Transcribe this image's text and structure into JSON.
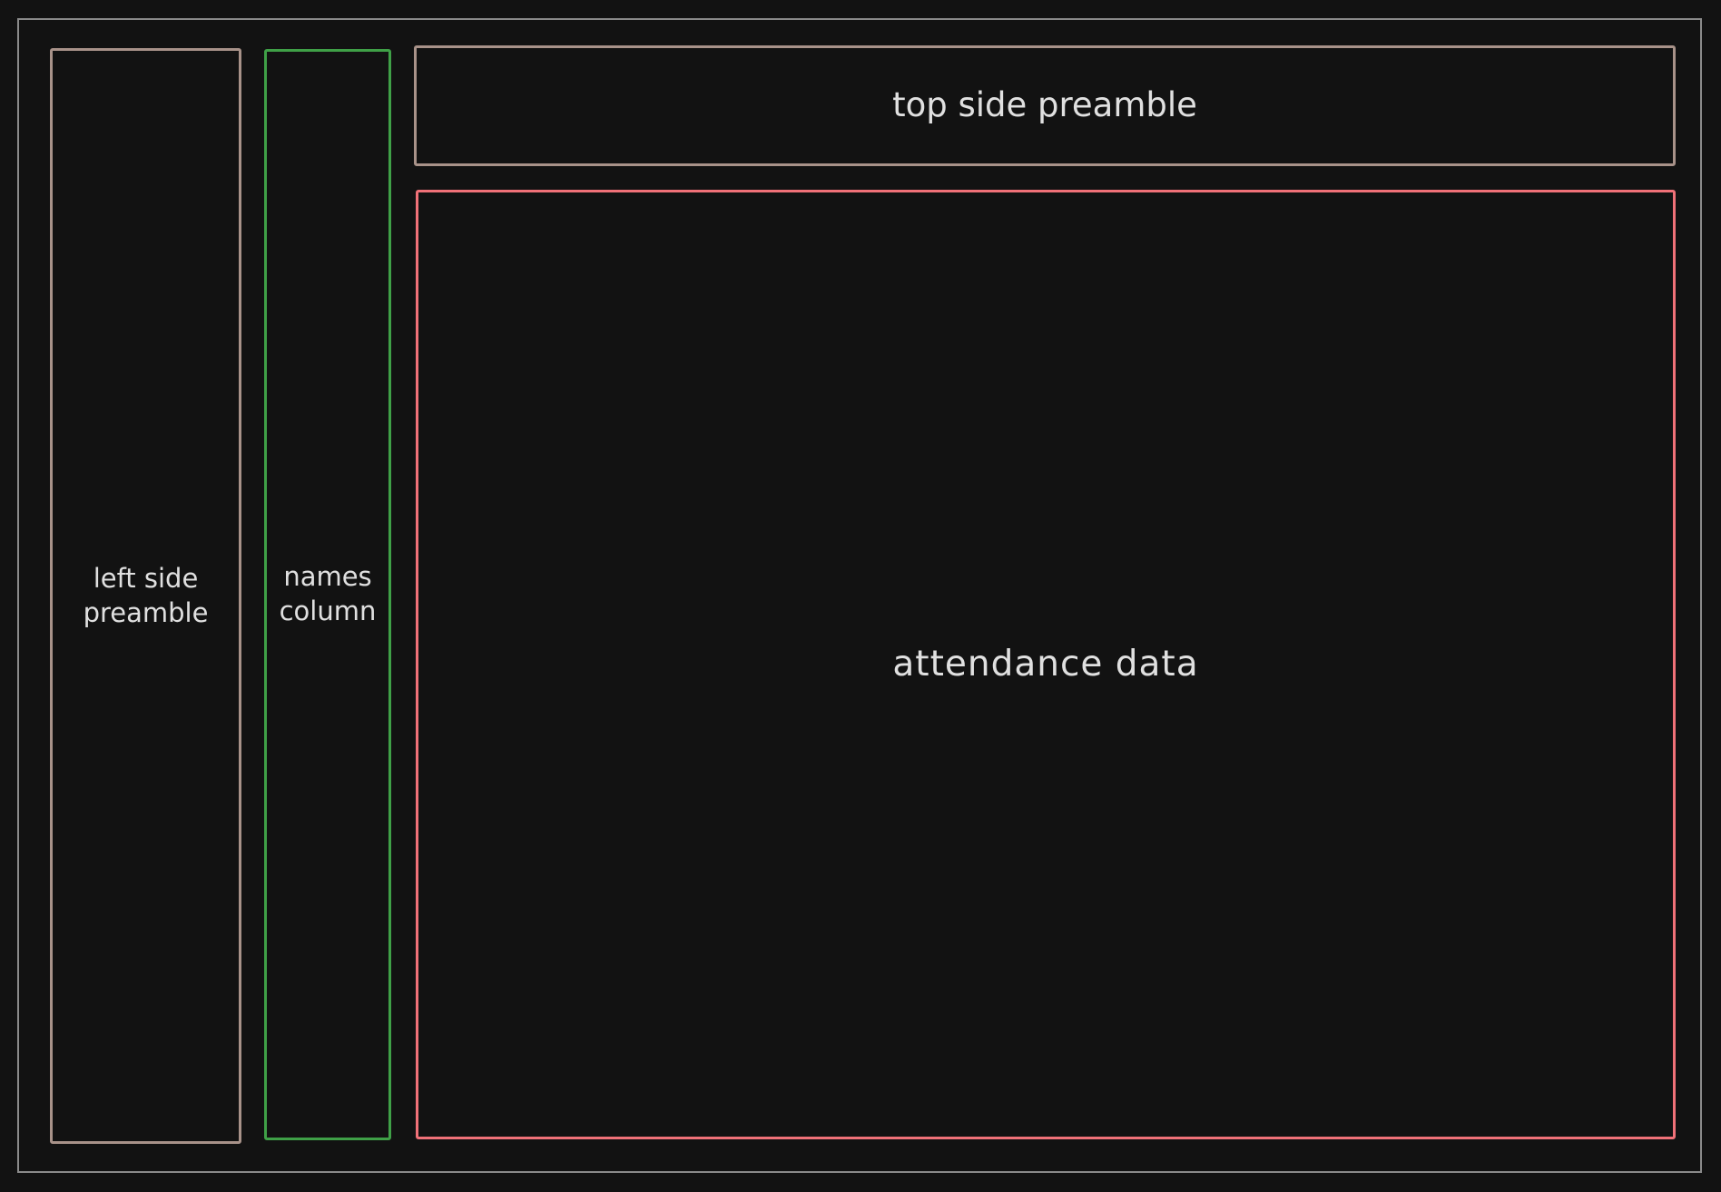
{
  "diagram": {
    "boxes": {
      "left_preamble": {
        "label": "left side\npreamble",
        "color": "#a89289"
      },
      "names_column": {
        "label": "names\ncolumn",
        "color": "#3fa047"
      },
      "top_preamble": {
        "label": "top side preamble",
        "color": "#a89289"
      },
      "attendance_data": {
        "label": "attendance data",
        "color": "#f07178"
      }
    },
    "colors": {
      "background": "#121212",
      "frame": "#8a8a8a",
      "text": "#e0e0e0"
    }
  }
}
